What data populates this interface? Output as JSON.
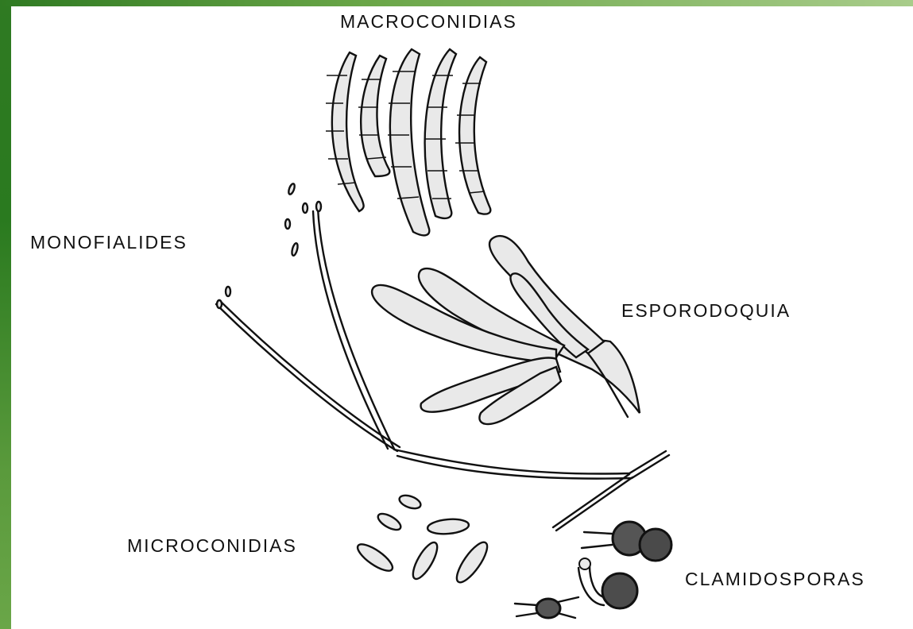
{
  "labels": {
    "macroconidias": "MACROCONIDIAS",
    "monofialides": "MONOFIALIDES",
    "esporodoquia": "ESPORODOQUIA",
    "microconidias": "MICROCONIDIAS",
    "clamidosporas": "CLAMIDOSPORAS"
  },
  "colors": {
    "frame_dark": "#2f7a22",
    "frame_light": "#a8cc8a",
    "spore_fill": "#e9e9e9",
    "line": "#111111"
  }
}
